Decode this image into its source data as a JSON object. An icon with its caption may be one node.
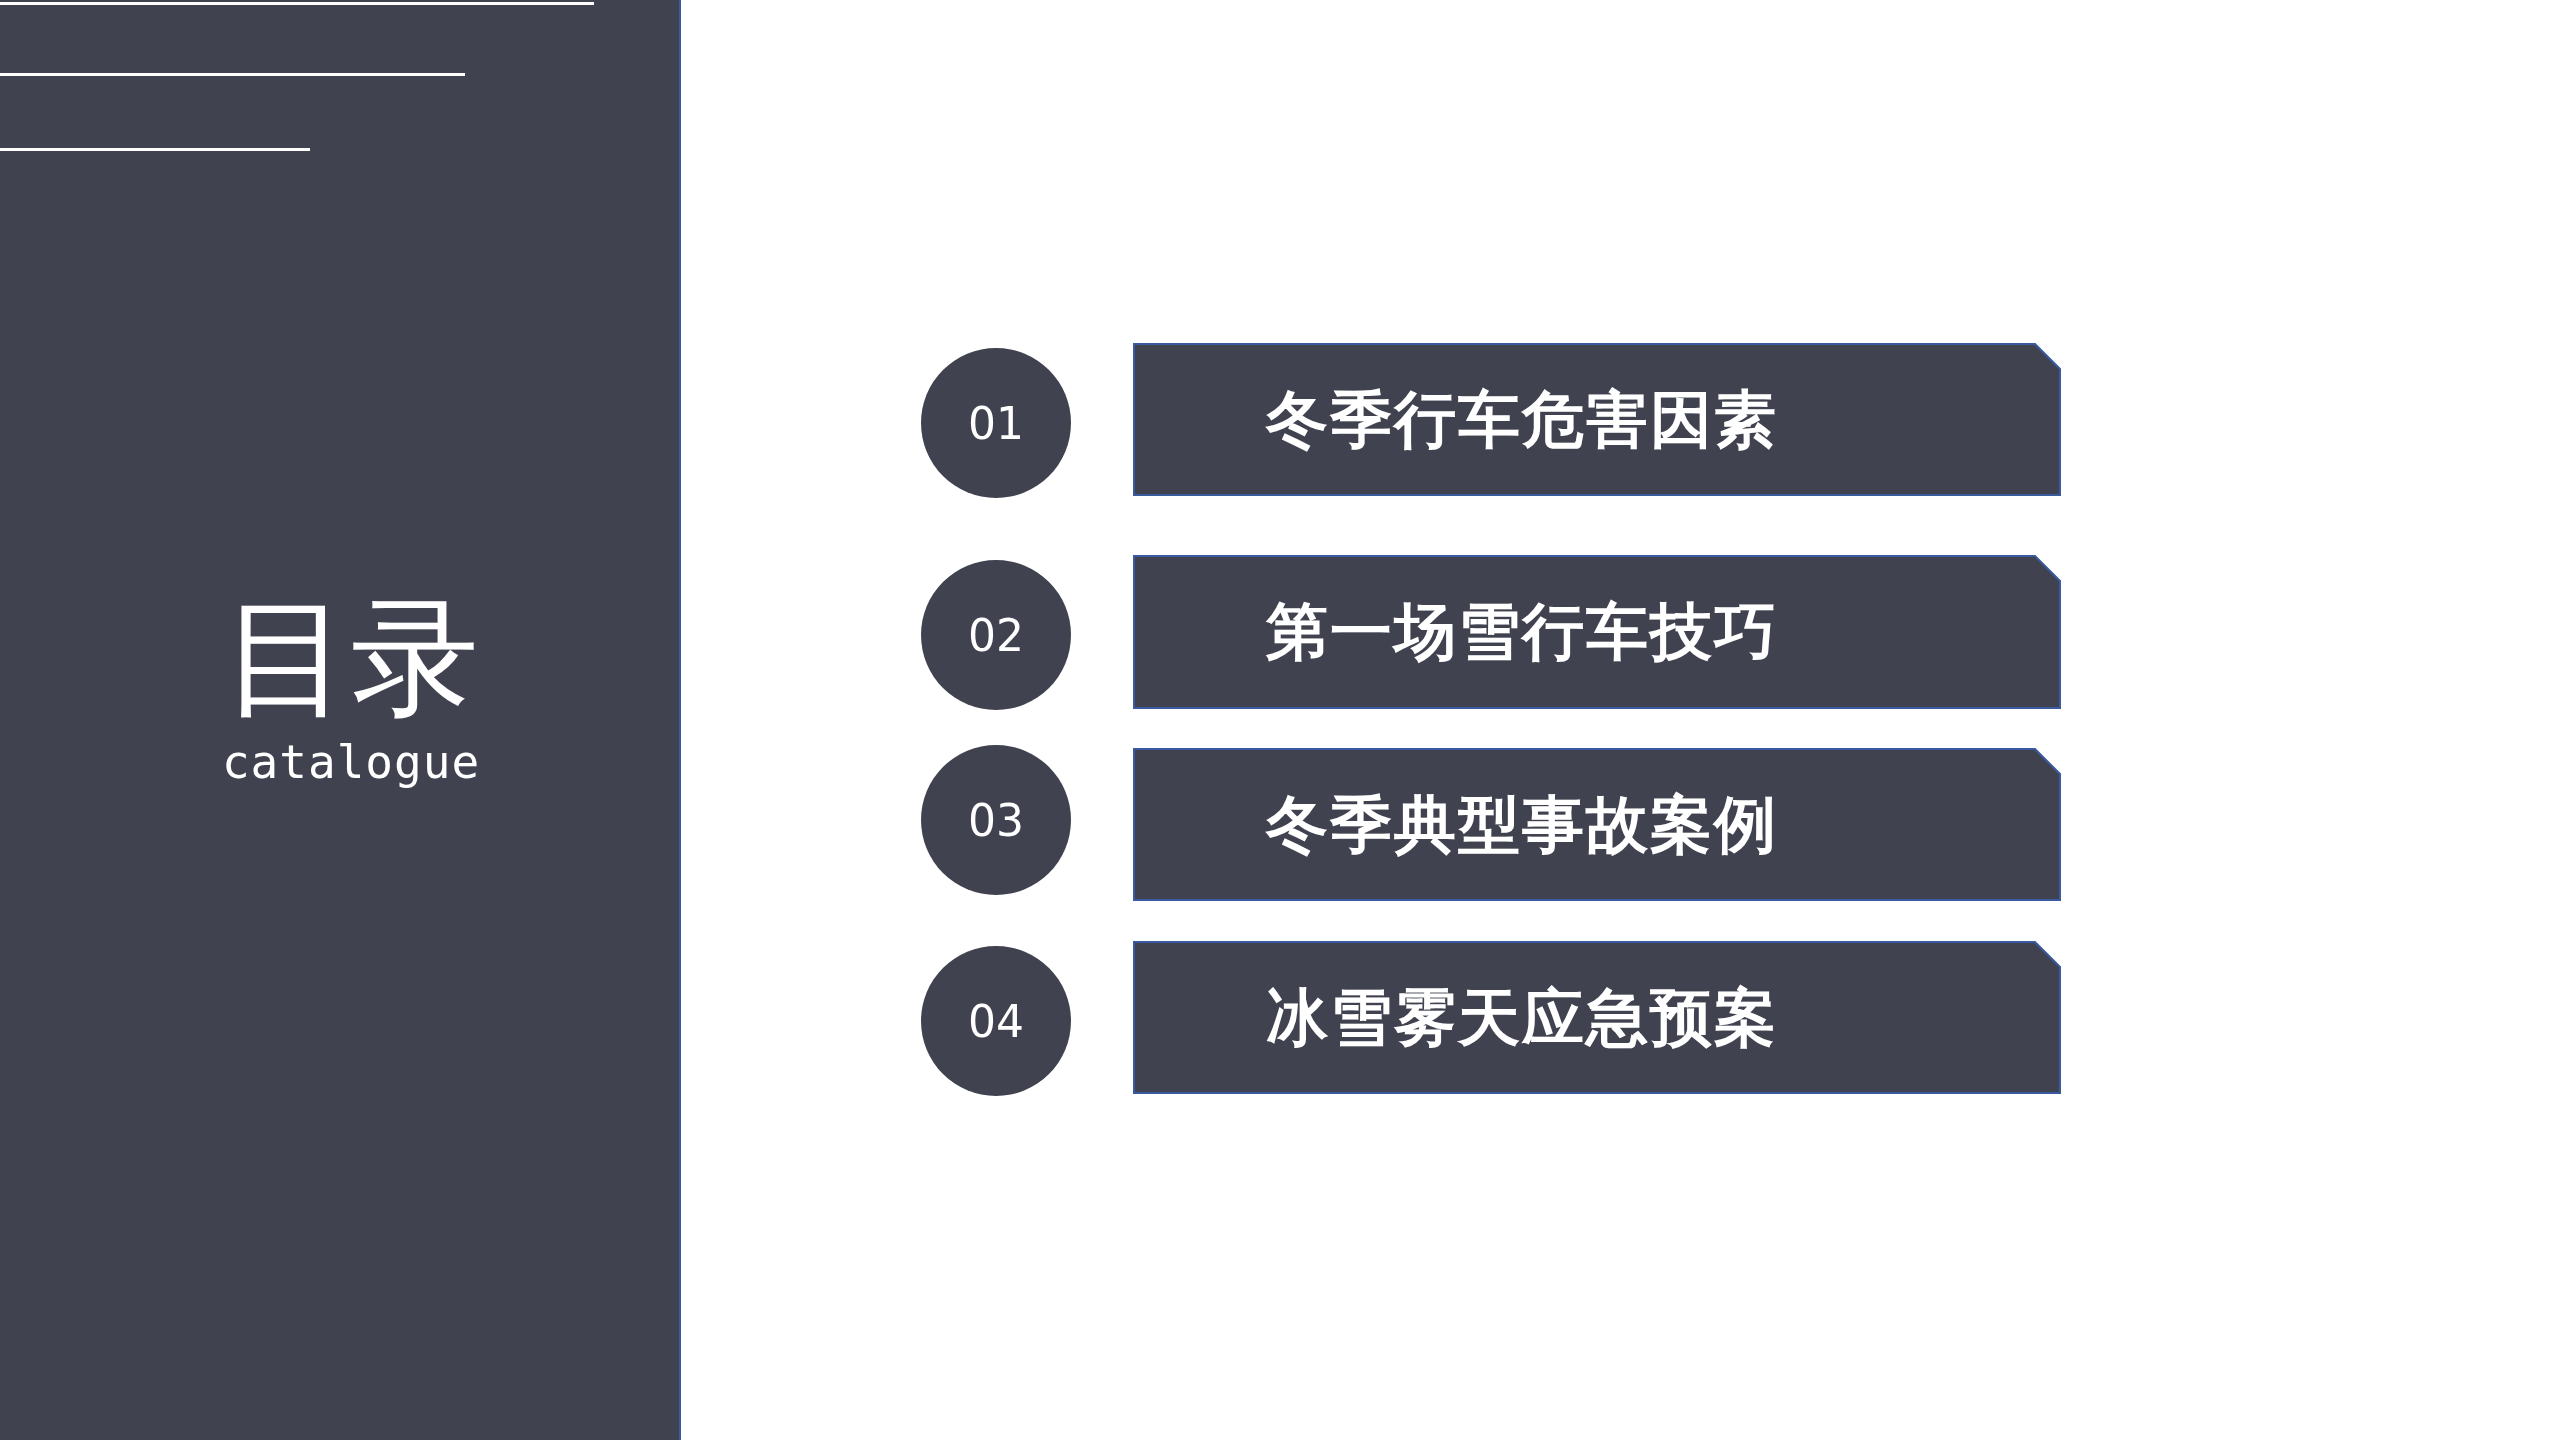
{
  "diagram": {
    "nodes": [
      {
        "text": [
          "目录",
          "catalogue"
        ]
      },
      {
        "text": [
          "01"
        ]
      },
      {
        "text": [
          "冬季行车危害因素"
        ]
      },
      {
        "text": [
          "02"
        ]
      },
      {
        "text": [
          "第一场雪行车技巧"
        ]
      },
      {
        "text": [
          "03"
        ]
      },
      {
        "text": [
          "冬季典型事故案例"
        ]
      },
      {
        "text": [
          "04"
        ]
      },
      {
        "text": [
          "冰雪雾天应急预案"
        ]
      }
    ]
  }
}
